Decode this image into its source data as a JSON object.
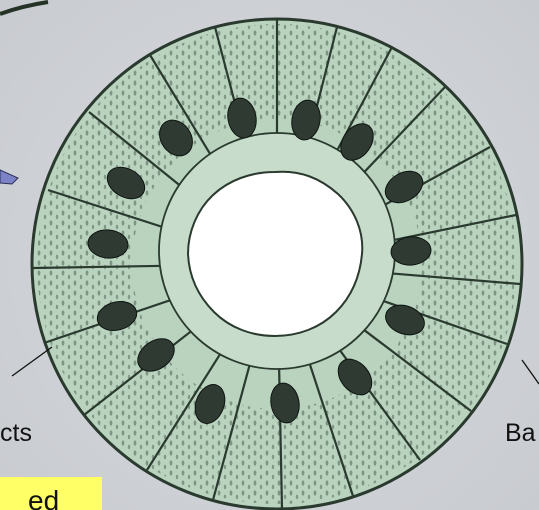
{
  "labels": {
    "left": "cts",
    "right": "Ba",
    "highlight": "ed"
  },
  "colors": {
    "background": "#cfd2d6",
    "cell_fill": "#b9d3bf",
    "cell_outline": "#2a3a2e",
    "nucleus": "#2f3a33",
    "lumen": "#ffffff",
    "arrow": "#7b82c6",
    "highlight": "#ffff66"
  },
  "icons": {
    "arrow": "pointer-arrow-icon"
  }
}
